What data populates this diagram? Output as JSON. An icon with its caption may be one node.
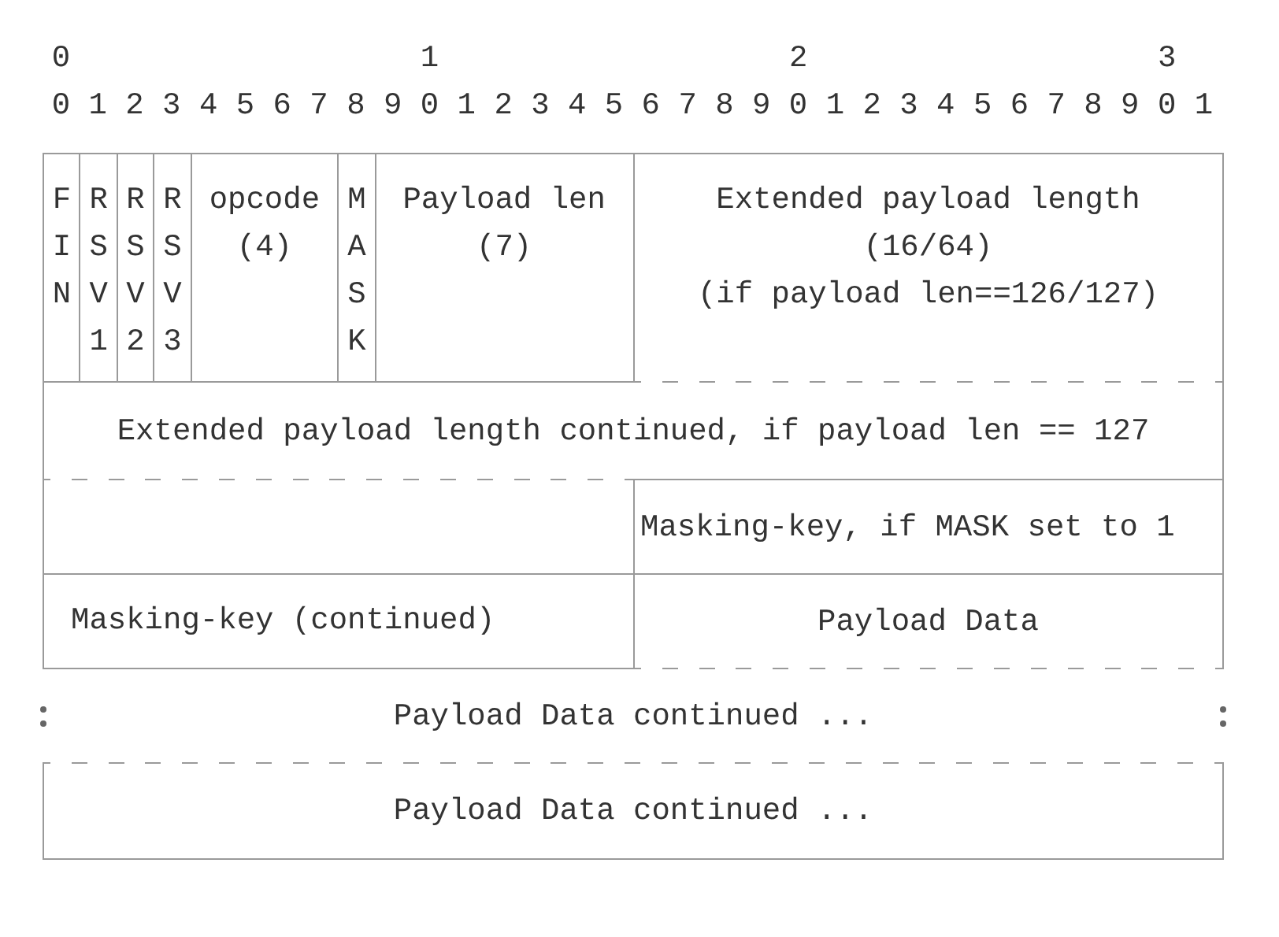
{
  "diagram": {
    "nodes": [
      {
        "text": [
          "FIN"
        ]
      },
      {
        "text": [
          "RSV1"
        ]
      },
      {
        "text": [
          "RSV2"
        ]
      },
      {
        "text": [
          "RSV3"
        ]
      },
      {
        "text": [
          "opcode",
          "(4)"
        ]
      },
      {
        "text": [
          "MASK"
        ]
      },
      {
        "text": [
          "Payload len",
          "(7)"
        ]
      },
      {
        "text": [
          "Extended payload length",
          "(16/64)",
          "(if payload len==126/127)"
        ]
      },
      {
        "text": [
          "Extended payload length continued, if payload len == 127"
        ]
      },
      {
        "text": [],
        "shape": "box"
      },
      {
        "text": [
          "Masking-key, if MASK set to 1"
        ]
      },
      {
        "text": [
          "Masking-key (continued)"
        ]
      },
      {
        "text": [
          "Payload Data"
        ]
      },
      {
        "text": [
          "Payload Data continued ..."
        ]
      },
      {
        "text": [
          "Payload Data continued ..."
        ]
      }
    ],
    "labels": [
      "0",
      "1",
      "2",
      "3",
      "0 1 2 3 4 5 6 7 8 9 0 1 2 3 4 5 6 7 8 9 0 1 2 3 4 5 6 7 8 9 0 1"
    ]
  }
}
